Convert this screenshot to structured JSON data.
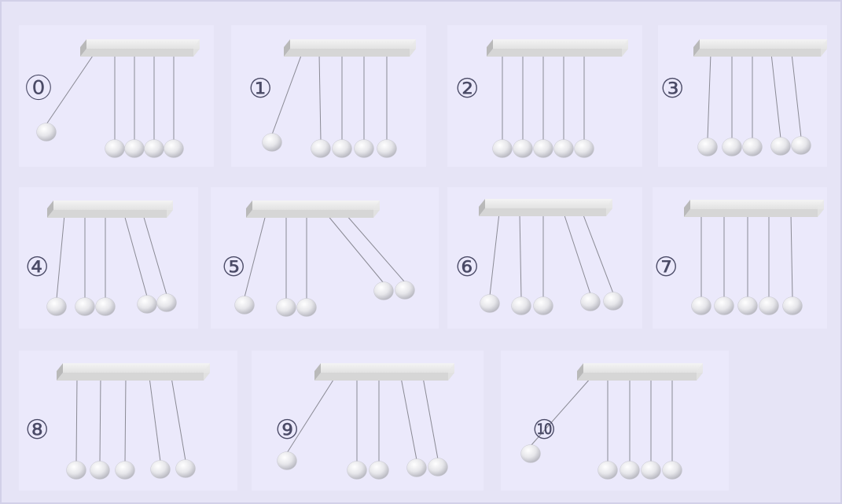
{
  "frames": [
    {
      "label": "⓪",
      "balls": "ball 1 pulled far left, balls 2-5 at rest"
    },
    {
      "label": "①",
      "balls": "ball 1 swinging back toward rest, balls 2-5 at rest"
    },
    {
      "label": "②",
      "balls": "all 5 balls at rest in contact"
    },
    {
      "label": "③",
      "balls": "balls 4-5 separating to the right"
    },
    {
      "label": "④",
      "balls": "ball 1 tilted left, balls 4-5 swinging right"
    },
    {
      "label": "⑤",
      "balls": "ball 1 tilted left, balls 4-5 swung far right"
    },
    {
      "label": "⑥",
      "balls": "ball 1 tilted left, balls 4-5 swinging back"
    },
    {
      "label": "⑦",
      "balls": "all 5 balls at rest in contact"
    },
    {
      "label": "⑧",
      "balls": "balls 1 and 4-5 slightly separated"
    },
    {
      "label": "⑨",
      "balls": "ball 1 swinging left, balls 4-5 tilted right"
    },
    {
      "label": "⑩",
      "balls": "ball 1 pulled far left, balls 2-5 at rest"
    }
  ]
}
